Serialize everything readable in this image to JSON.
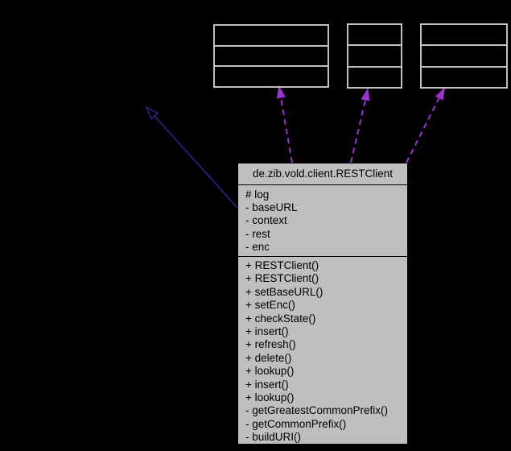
{
  "diagram": {
    "type": "uml-collaboration-graph",
    "main_class": {
      "title": "de.zib.vold.client.RESTClient",
      "attributes": [
        "# log",
        "- baseURL",
        "- context",
        "- rest",
        "- enc"
      ],
      "methods": [
        "+ RESTClient()",
        "+ RESTClient()",
        "+ setBaseURL()",
        "+ setEnc()",
        "+ checkState()",
        "+ insert()",
        "+ refresh()",
        "+ delete()",
        "+ lookup()",
        "+ insert()",
        "+ lookup()",
        "- getGreatestCommonPrefix()",
        "- getCommonPrefix()",
        "- buildURI()"
      ]
    },
    "related_nodes": [
      {
        "label": ""
      },
      {
        "label": ""
      },
      {
        "label": ""
      }
    ],
    "colors": {
      "background": "#000000",
      "node_fill": "#bfbfbf",
      "ghost_node_border": "#c0c0c0",
      "text": "#000000",
      "inheritance_edge": "#26268c",
      "usage_edge": "#9a32cd"
    }
  }
}
